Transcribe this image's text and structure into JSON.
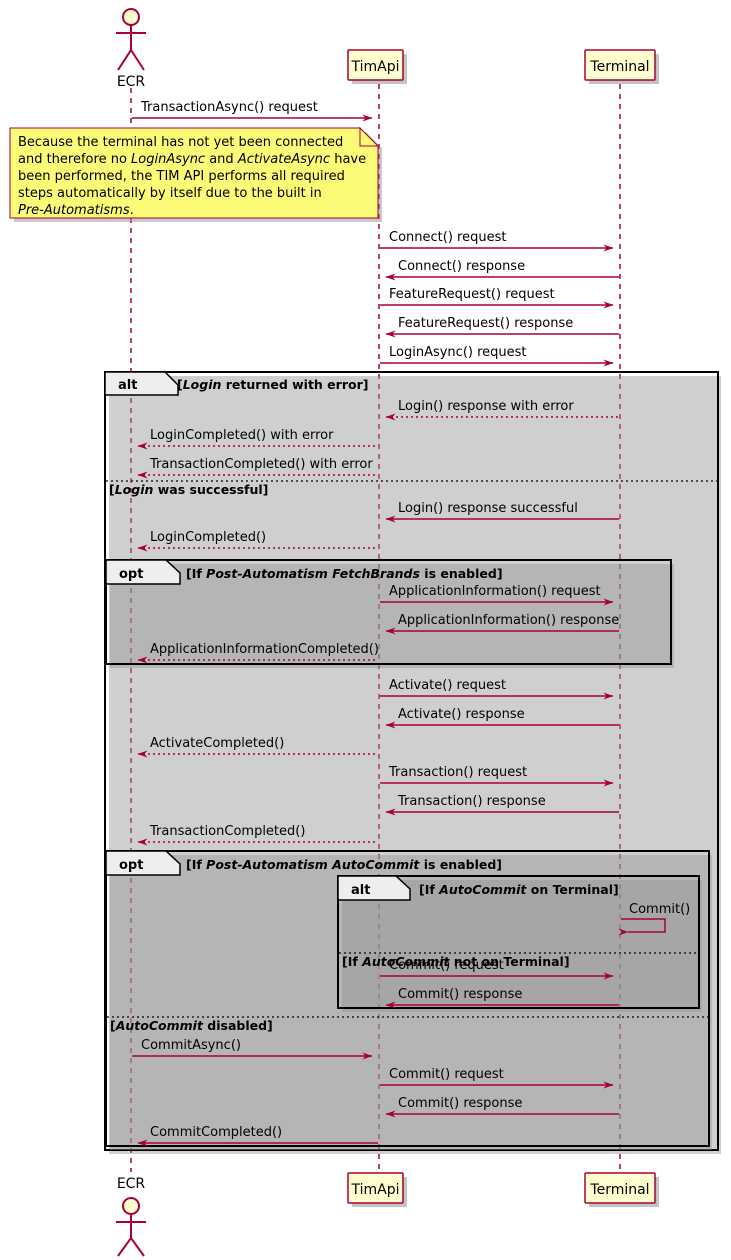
{
  "diagram": {
    "type": "sequence-diagram",
    "colors": {
      "accent": "#A80036",
      "participant_fill": "#FEFECE",
      "note_fill": "#FBFB77",
      "frame_stroke": "#000000",
      "tab_fill": "#EEEEEE"
    }
  },
  "participants": [
    {
      "id": "ecr",
      "label": "ECR",
      "kind": "actor"
    },
    {
      "id": "timapi",
      "label": "TimApi",
      "kind": "participant"
    },
    {
      "id": "terminal",
      "label": "Terminal",
      "kind": "participant"
    }
  ],
  "note": {
    "lines": [
      [
        {
          "t": "Because the terminal has not yet been connected",
          "i": false
        }
      ],
      [
        {
          "t": "and therefore no ",
          "i": false
        },
        {
          "t": "LoginAsync",
          "i": true
        },
        {
          "t": " and ",
          "i": false
        },
        {
          "t": "ActivateAsync",
          "i": true
        },
        {
          "t": " have",
          "i": false
        }
      ],
      [
        {
          "t": "been performed, the TIM API performs all required",
          "i": false
        }
      ],
      [
        {
          "t": "steps automatically by itself due to the built in",
          "i": false
        }
      ],
      [
        {
          "t": "Pre-Automatisms",
          "i": true
        },
        {
          "t": ".",
          "i": false
        }
      ]
    ]
  },
  "messages": [
    {
      "id": "m1",
      "label": "TransactionAsync() request",
      "from": "ecr",
      "to": "timapi",
      "style": "solid"
    },
    {
      "id": "m2",
      "label": "Connect() request",
      "from": "timapi",
      "to": "terminal",
      "style": "solid"
    },
    {
      "id": "m3",
      "label": "Connect() response",
      "from": "terminal",
      "to": "timapi",
      "style": "solid"
    },
    {
      "id": "m4",
      "label": "FeatureRequest() request",
      "from": "timapi",
      "to": "terminal",
      "style": "solid"
    },
    {
      "id": "m5",
      "label": "FeatureRequest() response",
      "from": "terminal",
      "to": "timapi",
      "style": "solid"
    },
    {
      "id": "m6",
      "label": "LoginAsync() request",
      "from": "timapi",
      "to": "terminal",
      "style": "solid"
    },
    {
      "id": "m7",
      "label": "Login() response with error",
      "from": "terminal",
      "to": "timapi",
      "style": "dotted"
    },
    {
      "id": "m8",
      "label": "LoginCompleted() with error",
      "from": "timapi",
      "to": "ecr",
      "style": "dotted"
    },
    {
      "id": "m9",
      "label": "TransactionCompleted() with error",
      "from": "timapi",
      "to": "ecr",
      "style": "dotted"
    },
    {
      "id": "m10",
      "label": "Login() response successful",
      "from": "terminal",
      "to": "timapi",
      "style": "solid"
    },
    {
      "id": "m11",
      "label": "LoginCompleted()",
      "from": "timapi",
      "to": "ecr",
      "style": "dotted"
    },
    {
      "id": "m12",
      "label": "ApplicationInformation() request",
      "from": "timapi",
      "to": "terminal",
      "style": "solid"
    },
    {
      "id": "m13",
      "label": "ApplicationInformation() response",
      "from": "terminal",
      "to": "timapi",
      "style": "solid"
    },
    {
      "id": "m14",
      "label": "ApplicationInformationCompleted()",
      "from": "timapi",
      "to": "ecr",
      "style": "dotted"
    },
    {
      "id": "m15",
      "label": "Activate() request",
      "from": "timapi",
      "to": "terminal",
      "style": "solid"
    },
    {
      "id": "m16",
      "label": "Activate() response",
      "from": "terminal",
      "to": "timapi",
      "style": "solid"
    },
    {
      "id": "m17",
      "label": "ActivateCompleted()",
      "from": "timapi",
      "to": "ecr",
      "style": "dotted"
    },
    {
      "id": "m18",
      "label": "Transaction() request",
      "from": "timapi",
      "to": "terminal",
      "style": "solid"
    },
    {
      "id": "m19",
      "label": "Transaction() response",
      "from": "terminal",
      "to": "timapi",
      "style": "solid"
    },
    {
      "id": "m20",
      "label": "TransactionCompleted()",
      "from": "timapi",
      "to": "ecr",
      "style": "dotted"
    },
    {
      "id": "m21",
      "label": "Commit()",
      "from": "terminal",
      "to": "terminal",
      "style": "solid"
    },
    {
      "id": "m22",
      "label": "Commit() request",
      "from": "timapi",
      "to": "terminal",
      "style": "solid"
    },
    {
      "id": "m23",
      "label": "Commit() response",
      "from": "terminal",
      "to": "timapi",
      "style": "solid"
    },
    {
      "id": "m24",
      "label": "CommitAsync()",
      "from": "ecr",
      "to": "timapi",
      "style": "solid"
    },
    {
      "id": "m25",
      "label": "Commit() request",
      "from": "timapi",
      "to": "terminal",
      "style": "solid"
    },
    {
      "id": "m26",
      "label": "Commit() response",
      "from": "terminal",
      "to": "timapi",
      "style": "solid"
    },
    {
      "id": "m27",
      "label": "CommitCompleted()",
      "from": "timapi",
      "to": "ecr",
      "style": "solid"
    }
  ],
  "fragments": [
    {
      "id": "alt-login",
      "tab": "alt",
      "conditions": [
        {
          "id": "c1",
          "parts": [
            {
              "t": "[",
              "i": false
            },
            {
              "t": "Login",
              "i": true
            },
            {
              "t": " returned with error]",
              "i": false
            }
          ]
        },
        {
          "id": "c2",
          "parts": [
            {
              "t": "[",
              "i": false
            },
            {
              "t": "Login",
              "i": true
            },
            {
              "t": " was successful]",
              "i": false
            }
          ]
        }
      ]
    },
    {
      "id": "opt-fetchbrands",
      "tab": "opt",
      "conditions": [
        {
          "id": "c3",
          "parts": [
            {
              "t": "[If ",
              "i": false
            },
            {
              "t": "Post-Automatism FetchBrands",
              "i": true
            },
            {
              "t": " is enabled]",
              "i": false
            }
          ]
        }
      ]
    },
    {
      "id": "opt-autocommit",
      "tab": "opt",
      "conditions": [
        {
          "id": "c4",
          "parts": [
            {
              "t": "[If ",
              "i": false
            },
            {
              "t": "Post-Automatism AutoCommit",
              "i": true
            },
            {
              "t": " is enabled]",
              "i": false
            }
          ]
        },
        {
          "id": "c7",
          "parts": [
            {
              "t": "[",
              "i": false
            },
            {
              "t": "AutoCommit",
              "i": true
            },
            {
              "t": " disabled]",
              "i": false
            }
          ]
        }
      ]
    },
    {
      "id": "alt-autocommit-terminal",
      "tab": "alt",
      "conditions": [
        {
          "id": "c5",
          "parts": [
            {
              "t": "[If ",
              "i": false
            },
            {
              "t": "AutoCommit",
              "i": true
            },
            {
              "t": " on Terminal]",
              "i": false
            }
          ]
        },
        {
          "id": "c6",
          "parts": [
            {
              "t": "[If ",
              "i": false
            },
            {
              "t": "AutoCommit",
              "i": true
            },
            {
              "t": " not on Terminal]",
              "i": false
            }
          ]
        }
      ]
    }
  ]
}
